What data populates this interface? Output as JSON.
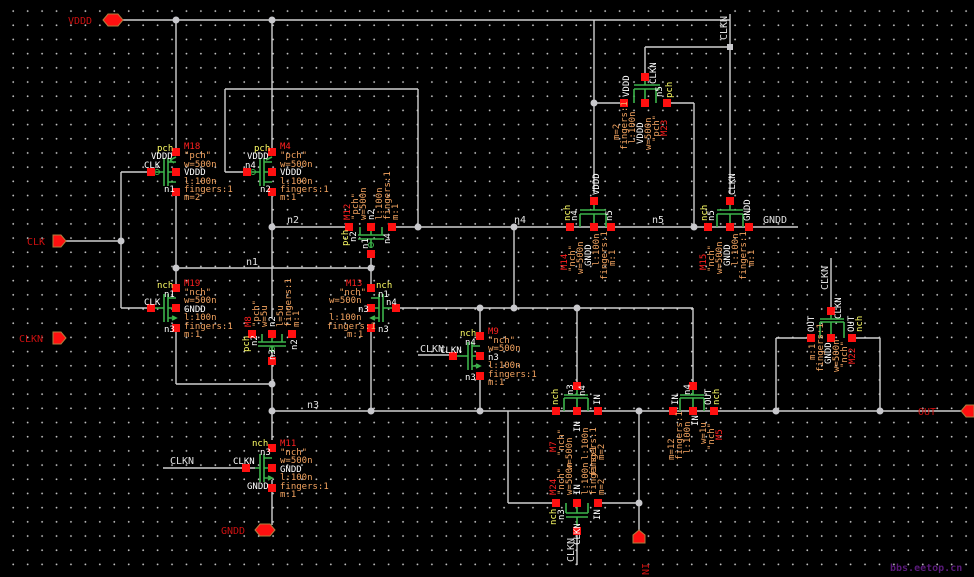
{
  "ports": {
    "vddd": "VDDD",
    "clk": "CLK",
    "clkn": "CLKN",
    "gndd": "GNDD",
    "in": "IN",
    "out": "OUT"
  },
  "nets": {
    "n1": "n1",
    "n2": "n2",
    "n3": "n3",
    "n4": "n4",
    "n5": "n5",
    "gndd": "GNDD",
    "clkn": "CLKN"
  },
  "transistors": {
    "M18": {
      "name": "M18",
      "model": "\"pch\"",
      "type": "pch",
      "w": "w=500n",
      "l": "l:100n",
      "fingers": "fingers:1",
      "m": "m=2",
      "d": "VDDD",
      "g": "CLK",
      "b": "VDDD",
      "s": "n1"
    },
    "M4": {
      "name": "M4",
      "model": "\"pch\"",
      "type": "pch",
      "w": "w=500n",
      "l": "l:100n",
      "fingers": "fingers:1",
      "m": "m:1",
      "d": "VDDD",
      "g": "n4",
      "b": "VDDD",
      "s": "n2"
    },
    "M12": {
      "name": "M12",
      "model": "\"pch\"",
      "type": "pch",
      "w": "w=500n",
      "l": "l:100n",
      "fingers": "fingers:1",
      "m": "m:1",
      "d": "n2",
      "g": "n1",
      "b": "n2",
      "s": "n4"
    },
    "M19": {
      "name": "M19",
      "model": "\"nch\"",
      "type": "nch",
      "w": "w=500n",
      "l": "l:100n",
      "fingers": "fingers:1",
      "m": "m:1",
      "d": "n1",
      "g": "CLK",
      "b": "GNDD",
      "s": "n3"
    },
    "M8": {
      "name": "M8",
      "model": "\"pch\"",
      "type": "pch",
      "w": "w=5u",
      "l": "l=5u",
      "fingers": "fingers:1",
      "m": "m:1",
      "d": "n2",
      "g": "n3",
      "b": "n2",
      "s": "n2"
    },
    "M13": {
      "name": "M13",
      "model": "\"nch\"",
      "type": "nch",
      "w": "w=500n",
      "l": "l:100n",
      "fingers": "fingers:1",
      "m": "m:1",
      "d": "n1",
      "g": "n4",
      "b": "n3",
      "s": "n3"
    },
    "M9": {
      "name": "M9",
      "model": "\"nch\"",
      "type": "nch",
      "w": "w=500n",
      "l": "l:100n",
      "fingers": "fingers:1",
      "m": "m:1",
      "d": "n4",
      "g": "CLKN",
      "b": "n3",
      "s": "n3"
    },
    "M11": {
      "name": "M11",
      "model": "\"nch\"",
      "type": "nch",
      "w": "w=500n",
      "l": "l:100n",
      "fingers": "fingers:1",
      "m": "m:1",
      "d": "n3",
      "g": "CLKN",
      "b": "GNDD",
      "s": "GNDD"
    },
    "M14": {
      "name": "M14",
      "model": "\"nch\"",
      "type": "nch",
      "w": "w=500n",
      "l": "l:100n",
      "fingers": "fingers:1",
      "m": "m:1",
      "d": "n4",
      "g": "VDDD",
      "b": "GNDD",
      "s": "n5"
    },
    "M15": {
      "name": "M15",
      "model": "\"nch\"",
      "type": "nch",
      "w": "w=500n",
      "l": "l:100n",
      "fingers": "fingers:1",
      "m": "m:1",
      "d": "n5",
      "g": "CLKN",
      "b": "GNDD",
      "s": "GNDD"
    },
    "M23": {
      "name": "M23",
      "model": "\"pch\"",
      "type": "pch",
      "w": "w=500n",
      "l": "l:100n",
      "fingers": "fingers:1",
      "m": "m=2",
      "d": "VDDD",
      "g": "CLKN",
      "b": "VDDD",
      "s": "n5"
    },
    "M7": {
      "name": "M7",
      "model": "\"nch\"",
      "type": "nch",
      "w": "w=500n",
      "l": "l:100n",
      "fingers": "fingers:1",
      "m": "m=2",
      "d": "n3",
      "g": "n4",
      "b": "IN",
      "s": "IN"
    },
    "M5": {
      "name": "M5",
      "model": "\"nch\"",
      "type": "nch",
      "w": "w=1u",
      "l": "l:100n",
      "fingers": "fingers:1",
      "m": "m=12",
      "d": "IN",
      "g": "n4",
      "b": "IN",
      "s": "OUT"
    },
    "M24": {
      "name": "M24",
      "model": "\"nch\"",
      "type": "nch",
      "w": "w=500n",
      "l": "l:100n",
      "fingers": "fingers:1",
      "m": "m=2",
      "d": "n3",
      "g": "CLKN",
      "b": "IN",
      "s": "IN"
    },
    "M22": {
      "name": "M22",
      "model": "\"nch\"",
      "type": "nch",
      "w": "w=500n",
      "l": "l:100n",
      "fingers": "fingers:1",
      "m": "m:1",
      "d": "OUT",
      "g": "CLKN",
      "b": "GNDD",
      "s": "OUT"
    }
  },
  "watermark": "bbs.eetop.cn"
}
